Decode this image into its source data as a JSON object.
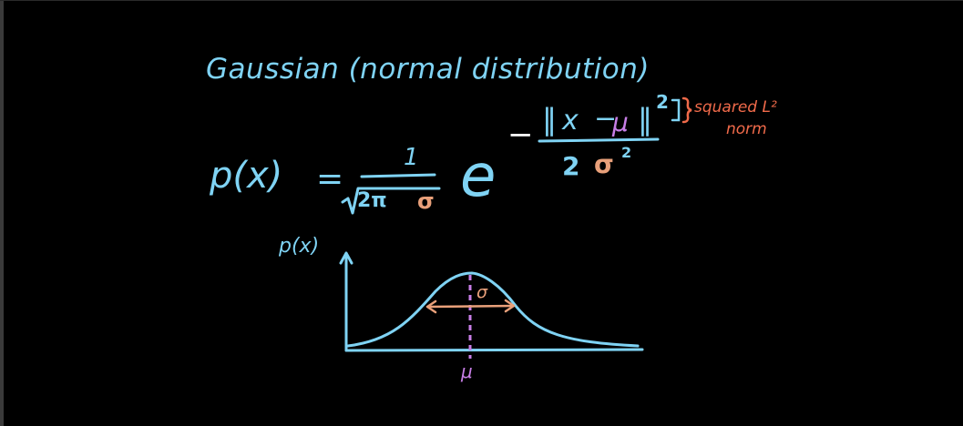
{
  "title": "Gaussian (normal distribution)",
  "formula": {
    "lhs": "p(x)",
    "equals": "=",
    "numerator": "1",
    "sqrt_arg": "2π",
    "sigma": "σ",
    "base": "e",
    "neg_sign": "−",
    "norm_open": "‖",
    "x_var": "x",
    "minus": "−",
    "mu_var": "μ",
    "norm_close": "‖",
    "norm_exponent": "2",
    "denom_two": "2",
    "denom_sigma": "σ",
    "denom_exponent": "2"
  },
  "annotation": {
    "line1": "squared L²",
    "line2": "norm"
  },
  "plot": {
    "y_axis_label": "p(x)",
    "width_label": "σ",
    "mean_label": "μ"
  },
  "colors": {
    "background": "#000000",
    "main": "#7fd3f4",
    "sigma": "#e9a07a",
    "mu": "#c77ee6",
    "annotation": "#f06a4a",
    "white": "#ffffff"
  }
}
